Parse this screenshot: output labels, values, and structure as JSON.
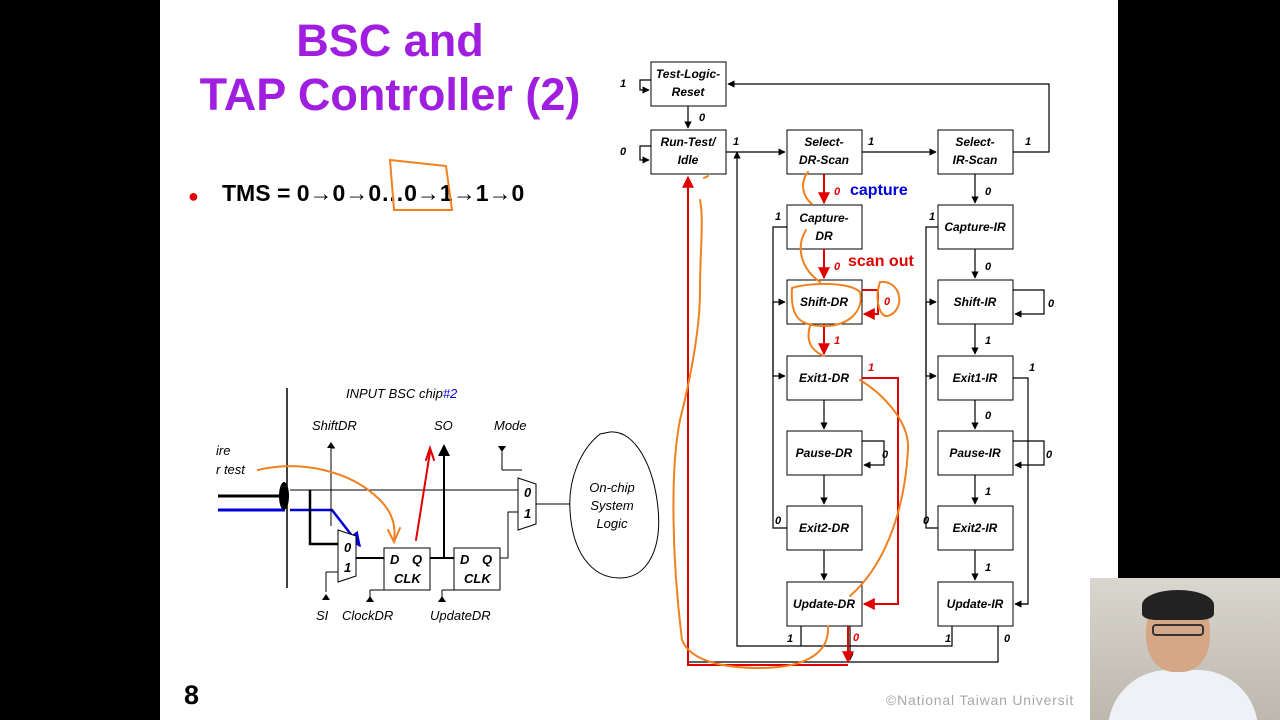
{
  "slide": {
    "title_line1": "BSC and",
    "title_line2": "TAP Controller (2)",
    "bullet_text": "TMS = 0→0→0…0→1→1→0",
    "page_number": "8",
    "copyright": "©National Taiwan Universit",
    "colors": {
      "title": "#a01ee0",
      "bullet": "#e00000",
      "highlight_path": "#e00000",
      "annotation_blue": "#0000dd",
      "pen": "#f08020"
    }
  },
  "tap_states": {
    "test_logic_reset": [
      "Test-Logic-",
      "Reset"
    ],
    "run_test_idle": [
      "Run-Test/",
      "Idle"
    ],
    "select_dr_scan": [
      "Select-",
      "DR-Scan"
    ],
    "select_ir_scan": [
      "Select-",
      "IR-Scan"
    ],
    "capture_dr": [
      "Capture-",
      "DR"
    ],
    "capture_ir": "Capture-IR",
    "shift_dr": "Shift-DR",
    "shift_ir": "Shift-IR",
    "exit1_dr": "Exit1-DR",
    "exit1_ir": "Exit1-IR",
    "pause_dr": "Pause-DR",
    "pause_ir": "Pause-IR",
    "exit2_dr": "Exit2-DR",
    "exit2_ir": "Exit2-IR",
    "update_dr": "Update-DR",
    "update_ir": "Update-IR"
  },
  "annotations": {
    "capture": "capture",
    "scan_out": "scan out"
  },
  "circuit": {
    "title_prefix": "INPUT BSC chip",
    "title_suffix": "#2",
    "shiftdr": "ShiftDR",
    "so": "SO",
    "mode": "Mode",
    "si": "SI",
    "clockdr": "ClockDR",
    "updatedr": "UpdateDR",
    "onchip_lines": [
      "On-chip",
      "System",
      "Logic"
    ],
    "side_text_1": "ire",
    "side_text_2": "r test",
    "mux_in_0": "0",
    "mux_in_1": "1",
    "ff_d": "D",
    "ff_q": "Q",
    "ff_clk": "CLK"
  },
  "edge_labels": {
    "one": "1",
    "zero": "0"
  },
  "webcam": {
    "description_icon": "presenter-video-icon"
  }
}
